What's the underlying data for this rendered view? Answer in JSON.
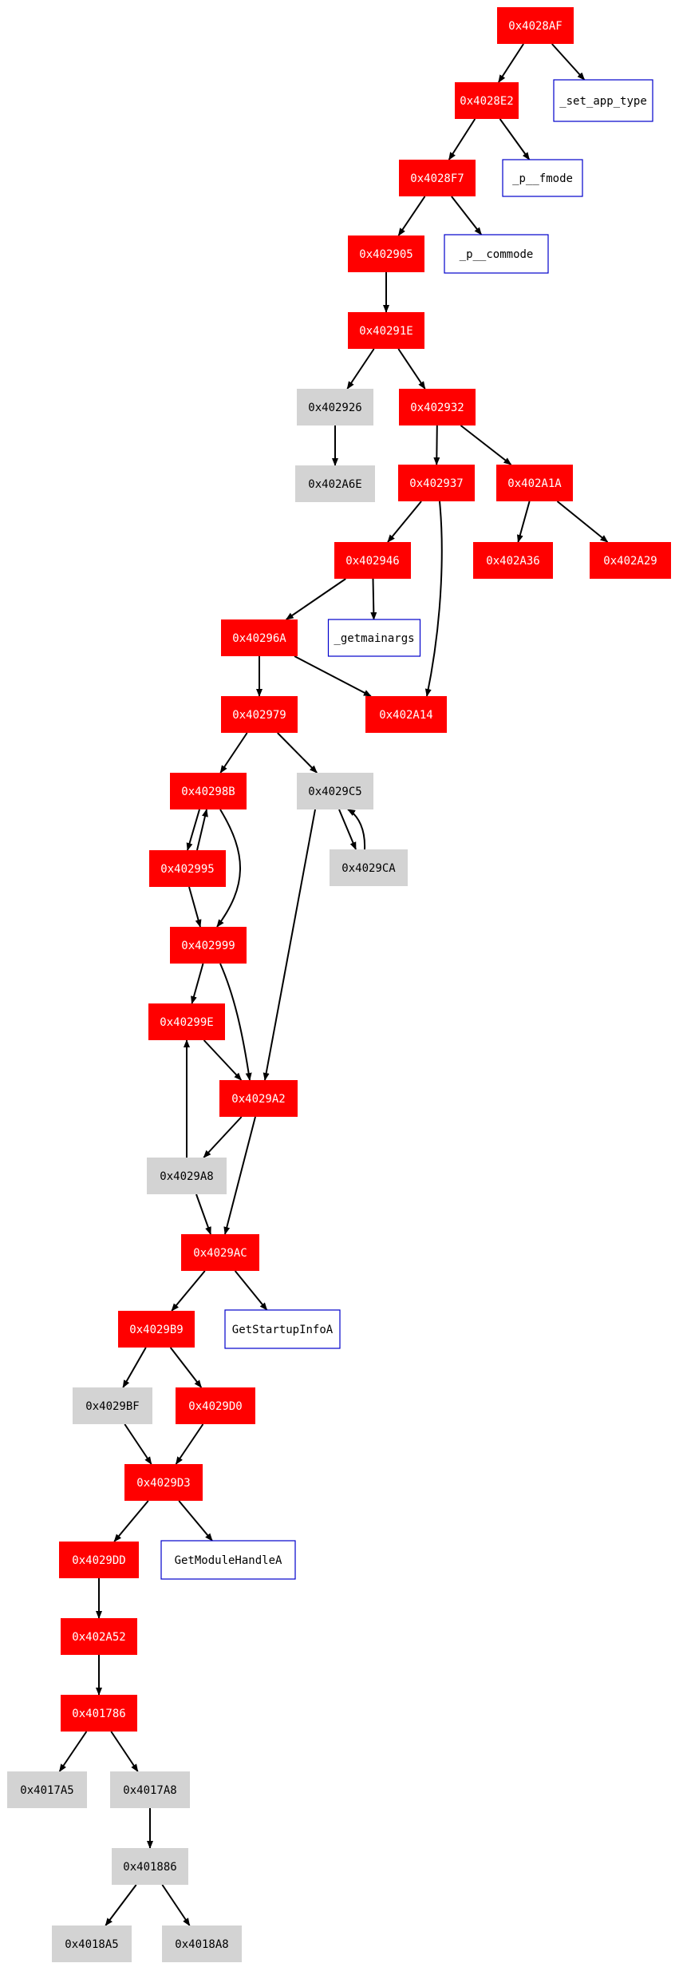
{
  "colors": {
    "visited": "#ff0000",
    "unvisited": "#d3d3d3",
    "import_border": "#0000cc",
    "import_fill": "#ffffff",
    "edge": "#000000",
    "text_on_red": "#ffffff",
    "text_dark": "#000000"
  },
  "nodes": [
    {
      "id": "n4028AF",
      "label": "0x4028AF",
      "kind": "visited"
    },
    {
      "id": "set_app_type",
      "label": "_set_app_type",
      "kind": "import"
    },
    {
      "id": "n4028E2",
      "label": "0x4028E2",
      "kind": "visited"
    },
    {
      "id": "p_fmode",
      "label": "_p__fmode",
      "kind": "import"
    },
    {
      "id": "n4028F7",
      "label": "0x4028F7",
      "kind": "visited"
    },
    {
      "id": "p_commode",
      "label": "_p__commode",
      "kind": "import"
    },
    {
      "id": "n402905",
      "label": "0x402905",
      "kind": "visited"
    },
    {
      "id": "n40291E",
      "label": "0x40291E",
      "kind": "visited"
    },
    {
      "id": "n402926",
      "label": "0x402926",
      "kind": "unvisited"
    },
    {
      "id": "n402932",
      "label": "0x402932",
      "kind": "visited"
    },
    {
      "id": "n402A6E",
      "label": "0x402A6E",
      "kind": "unvisited"
    },
    {
      "id": "n402937",
      "label": "0x402937",
      "kind": "visited"
    },
    {
      "id": "n402A1A",
      "label": "0x402A1A",
      "kind": "visited"
    },
    {
      "id": "n402946",
      "label": "0x402946",
      "kind": "visited"
    },
    {
      "id": "n402A36",
      "label": "0x402A36",
      "kind": "visited"
    },
    {
      "id": "n402A29",
      "label": "0x402A29",
      "kind": "visited"
    },
    {
      "id": "getmainargs",
      "label": "_getmainargs",
      "kind": "import"
    },
    {
      "id": "n40296A",
      "label": "0x40296A",
      "kind": "visited"
    },
    {
      "id": "n402979",
      "label": "0x402979",
      "kind": "visited"
    },
    {
      "id": "n402A14",
      "label": "0x402A14",
      "kind": "visited"
    },
    {
      "id": "n40298B",
      "label": "0x40298B",
      "kind": "visited"
    },
    {
      "id": "n4029C5",
      "label": "0x4029C5",
      "kind": "unvisited"
    },
    {
      "id": "n402995",
      "label": "0x402995",
      "kind": "visited"
    },
    {
      "id": "n4029CA",
      "label": "0x4029CA",
      "kind": "unvisited"
    },
    {
      "id": "n402999",
      "label": "0x402999",
      "kind": "visited"
    },
    {
      "id": "n40299E",
      "label": "0x40299E",
      "kind": "visited"
    },
    {
      "id": "n4029A2",
      "label": "0x4029A2",
      "kind": "visited"
    },
    {
      "id": "n4029A8",
      "label": "0x4029A8",
      "kind": "unvisited"
    },
    {
      "id": "n4029AC",
      "label": "0x4029AC",
      "kind": "visited"
    },
    {
      "id": "GetStartupInfoA",
      "label": "GetStartupInfoA",
      "kind": "import"
    },
    {
      "id": "n4029B9",
      "label": "0x4029B9",
      "kind": "visited"
    },
    {
      "id": "n4029BF",
      "label": "0x4029BF",
      "kind": "unvisited"
    },
    {
      "id": "n4029D0",
      "label": "0x4029D0",
      "kind": "visited"
    },
    {
      "id": "n4029D3",
      "label": "0x4029D3",
      "kind": "visited"
    },
    {
      "id": "GetModuleHandleA",
      "label": "GetModuleHandleA",
      "kind": "import"
    },
    {
      "id": "n4029DD",
      "label": "0x4029DD",
      "kind": "visited"
    },
    {
      "id": "n402A52",
      "label": "0x402A52",
      "kind": "visited"
    },
    {
      "id": "n401786",
      "label": "0x401786",
      "kind": "visited"
    },
    {
      "id": "n4017A5",
      "label": "0x4017A5",
      "kind": "unvisited"
    },
    {
      "id": "n4017A8",
      "label": "0x4017A8",
      "kind": "unvisited"
    },
    {
      "id": "n401886",
      "label": "0x401886",
      "kind": "unvisited"
    },
    {
      "id": "n4018A5",
      "label": "0x4018A5",
      "kind": "unvisited"
    },
    {
      "id": "n4018A8",
      "label": "0x4018A8",
      "kind": "unvisited"
    }
  ],
  "edges": [
    [
      "n4028AF",
      "n4028E2"
    ],
    [
      "n4028AF",
      "set_app_type"
    ],
    [
      "n4028E2",
      "n4028F7"
    ],
    [
      "n4028E2",
      "p_fmode"
    ],
    [
      "n4028F7",
      "n402905"
    ],
    [
      "n4028F7",
      "p_commode"
    ],
    [
      "n402905",
      "n40291E"
    ],
    [
      "n40291E",
      "n402926"
    ],
    [
      "n40291E",
      "n402932"
    ],
    [
      "n402926",
      "n402A6E"
    ],
    [
      "n402932",
      "n402937"
    ],
    [
      "n402932",
      "n402A1A"
    ],
    [
      "n402937",
      "n402946"
    ],
    [
      "n402937",
      "n402A14"
    ],
    [
      "n402A1A",
      "n402A36"
    ],
    [
      "n402A1A",
      "n402A29"
    ],
    [
      "n402946",
      "n40296A"
    ],
    [
      "n402946",
      "getmainargs"
    ],
    [
      "n40296A",
      "n402979"
    ],
    [
      "n40296A",
      "n402A14"
    ],
    [
      "n402979",
      "n40298B"
    ],
    [
      "n402979",
      "n4029C5"
    ],
    [
      "n40298B",
      "n402995"
    ],
    [
      "n40298B",
      "n402999"
    ],
    [
      "n402995",
      "n40298B"
    ],
    [
      "n402995",
      "n402999"
    ],
    [
      "n4029C5",
      "n4029CA"
    ],
    [
      "n4029C5",
      "n4029A2"
    ],
    [
      "n4029CA",
      "n4029C5"
    ],
    [
      "n402999",
      "n40299E"
    ],
    [
      "n402999",
      "n4029A2"
    ],
    [
      "n40299E",
      "n4029A2"
    ],
    [
      "n4029A2",
      "n4029A8"
    ],
    [
      "n4029A2",
      "n4029AC"
    ],
    [
      "n4029A8",
      "n40299E"
    ],
    [
      "n4029A8",
      "n4029AC"
    ],
    [
      "n4029AC",
      "n4029B9"
    ],
    [
      "n4029AC",
      "GetStartupInfoA"
    ],
    [
      "n4029B9",
      "n4029BF"
    ],
    [
      "n4029B9",
      "n4029D0"
    ],
    [
      "n4029BF",
      "n4029D3"
    ],
    [
      "n4029D0",
      "n4029D3"
    ],
    [
      "n4029D3",
      "n4029DD"
    ],
    [
      "n4029D3",
      "GetModuleHandleA"
    ],
    [
      "n4029DD",
      "n402A52"
    ],
    [
      "n402A52",
      "n401786"
    ],
    [
      "n401786",
      "n4017A5"
    ],
    [
      "n401786",
      "n4017A8"
    ],
    [
      "n4017A8",
      "n401886"
    ],
    [
      "n401886",
      "n4018A5"
    ],
    [
      "n401886",
      "n4018A8"
    ]
  ]
}
